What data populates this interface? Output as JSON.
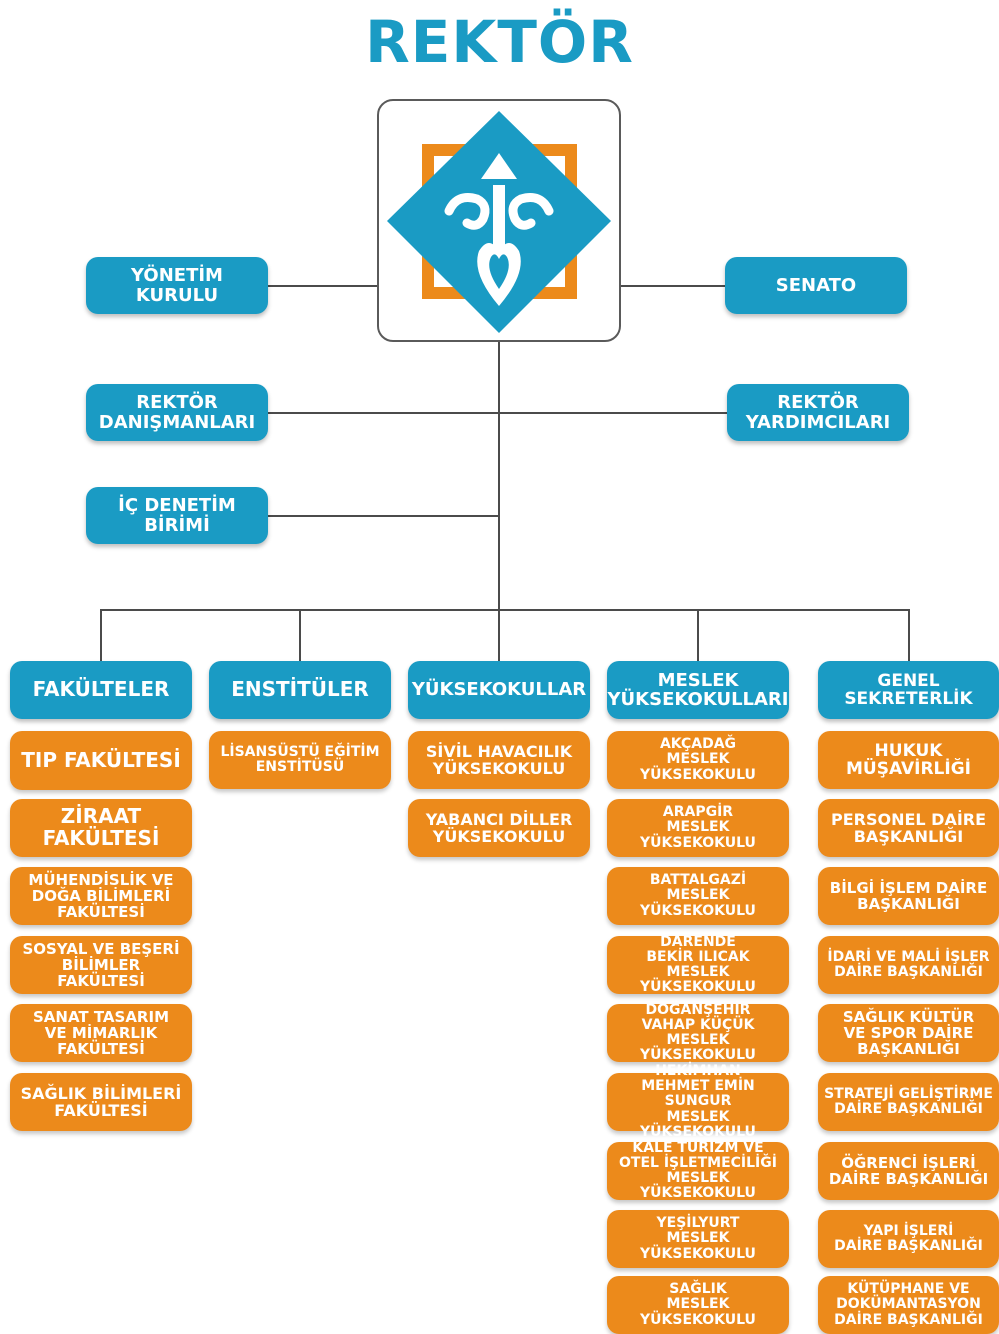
{
  "title": "REKTÖR",
  "colors": {
    "blue": "#1a9bc4",
    "orange": "#ec8a1b",
    "line": "#4b4b4b"
  },
  "logo": {
    "icon": "university-logo-icon"
  },
  "top_units": {
    "yonetim_kurulu": "YÖNETİM\nKURULU",
    "senato": "SENATO",
    "rektor_danismanlari": "REKTÖR\nDANIŞMANLARI",
    "rektor_yardimcilari": "REKTÖR\nYARDIMCILARI",
    "ic_denetim": "İÇ DENETİM\nBİRİMİ"
  },
  "columns": [
    {
      "header": "FAKÜLTELER",
      "items": [
        "TIP FAKÜLTESİ",
        "ZİRAAT\nFAKÜLTESİ",
        "MÜHENDİSLİK VE\nDOĞA BİLİMLERİ\nFAKÜLTESİ",
        "SOSYAL VE BEŞERİ\nBİLİMLER\nFAKÜLTESİ",
        "SANAT TASARIM\nVE MİMARLIK\nFAKÜLTESİ",
        "SAĞLIK BİLİMLERİ\nFAKÜLTESİ"
      ]
    },
    {
      "header": "ENSTİTÜLER",
      "items": [
        "LİSANSÜSTÜ EĞİTİM\nENSTİTÜSÜ"
      ]
    },
    {
      "header": "YÜKSEKOKULLAR",
      "items": [
        "SİVİL HAVACILIK\nYÜKSEKOKULU",
        "YABANCI DİLLER\nYÜKSEKOKULU"
      ]
    },
    {
      "header": "MESLEK\nYÜKSEKOKULLARI",
      "items": [
        "AKÇADAĞ\nMESLEK YÜKSEKOKULU",
        "ARAPGİR\nMESLEK YÜKSEKOKULU",
        "BATTALGAZİ\nMESLEK YÜKSEKOKULU",
        "DARENDE\nBEKİR ILICAK\nMESLEK YÜKSEKOKULU",
        "DOĞANŞEHİR\nVAHAP KÜÇÜK\nMESLEK YÜKSEKOKULU",
        "HEKİMHAN\nMEHMET EMİN SUNGUR\nMESLEK YÜKSEKOKULU",
        "KALE TURİZM VE\nOTEL İŞLETMECİLİĞİ\nMESLEK YÜKSEKOKULU",
        "YEŞİLYURT\nMESLEK YÜKSEKOKULU",
        "SAĞLIK\nMESLEK YÜKSEKOKULU"
      ]
    },
    {
      "header": "GENEL\nSEKRETERLİK",
      "items": [
        "HUKUK\nMÜŞAVİRLİĞİ",
        "PERSONEL DAİRE\nBAŞKANLIĞI",
        "BİLGİ İŞLEM DAİRE\nBAŞKANLIĞI",
        "İDARİ VE MALİ İŞLER\nDAİRE BAŞKANLIĞI",
        "SAĞLIK KÜLTÜR\nVE SPOR DAİRE\nBAŞKANLIĞI",
        "STRATEJİ GELİŞTİRME\nDAİRE BAŞKANLIĞI",
        "ÖĞRENCİ İŞLERİ\nDAİRE BAŞKANLIĞI",
        "YAPI İŞLERİ\nDAİRE BAŞKANLIĞI",
        "KÜTÜPHANE VE\nDOKÜMANTASYON\nDAİRE BAŞKANLIĞI"
      ]
    }
  ]
}
